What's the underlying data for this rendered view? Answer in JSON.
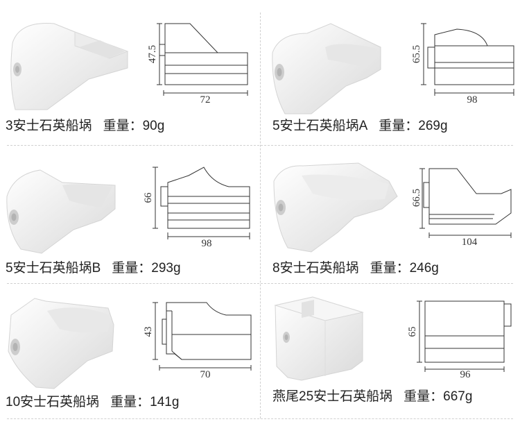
{
  "products": [
    {
      "name": "3安士石英船埚",
      "weight": "重量：90g",
      "height_dim": "47.5",
      "width_dim": "72",
      "shape": "step"
    },
    {
      "name": "5安士石英船埚A",
      "weight": "重量：269g",
      "height_dim": "65.5",
      "width_dim": "98",
      "shape": "curve"
    },
    {
      "name": "5安士石英船埚B",
      "weight": "重量：293g",
      "height_dim": "66",
      "width_dim": "98",
      "shape": "curve"
    },
    {
      "name": "8安士石英船埚",
      "weight": "重量：246g",
      "height_dim": "66.5",
      "width_dim": "104",
      "shape": "slope"
    },
    {
      "name": "10安士石英船埚",
      "weight": "重量：141g",
      "height_dim": "43",
      "width_dim": "70",
      "shape": "scoop"
    },
    {
      "name": "燕尾25安士石英船埚",
      "weight": "重量：667g",
      "height_dim": "65",
      "width_dim": "96",
      "shape": "box"
    }
  ],
  "colors": {
    "line": "#333333",
    "divider": "#cfcfcf",
    "quartz": "#f3f3f3",
    "quartz_shadow": "#d8d8d8"
  }
}
